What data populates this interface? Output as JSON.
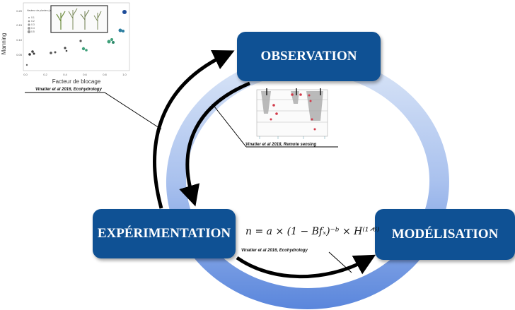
{
  "boxes": {
    "observation": "OBSERVATION",
    "experimentation": "EXPÉRIMENTATION",
    "modelisation": "MODÉLISATION"
  },
  "formula": "n = a × (1 − Bfₓ)⁻ᵇ × H⁽¹ᐟ⁶⁾",
  "citations": {
    "manning": "Vinatier et al 2016, Ecohydrology",
    "remote": "Vinatier et al 2018, Remote sensing",
    "formula": "Vinatier et al 2016, Ecohydrology"
  },
  "manning_plot": {
    "ylabel": "Manning",
    "xlabel": "Facteur de blocage",
    "xticks": [
      "0.0",
      "0.2",
      "0.4",
      "0.6",
      "0.8",
      "1.0"
    ],
    "yticks": [
      "0.20",
      "0.15",
      "0.10",
      "0.05"
    ],
    "legend_title": "Hauteur de plantes (m)",
    "legend_items": [
      "0.1",
      "0.2",
      "0.3",
      "0.4",
      "0.5"
    ]
  },
  "colors": {
    "box": "#0f5194",
    "ring_top": "#c9d8f2",
    "ring_bottom": "#5a86dc"
  }
}
